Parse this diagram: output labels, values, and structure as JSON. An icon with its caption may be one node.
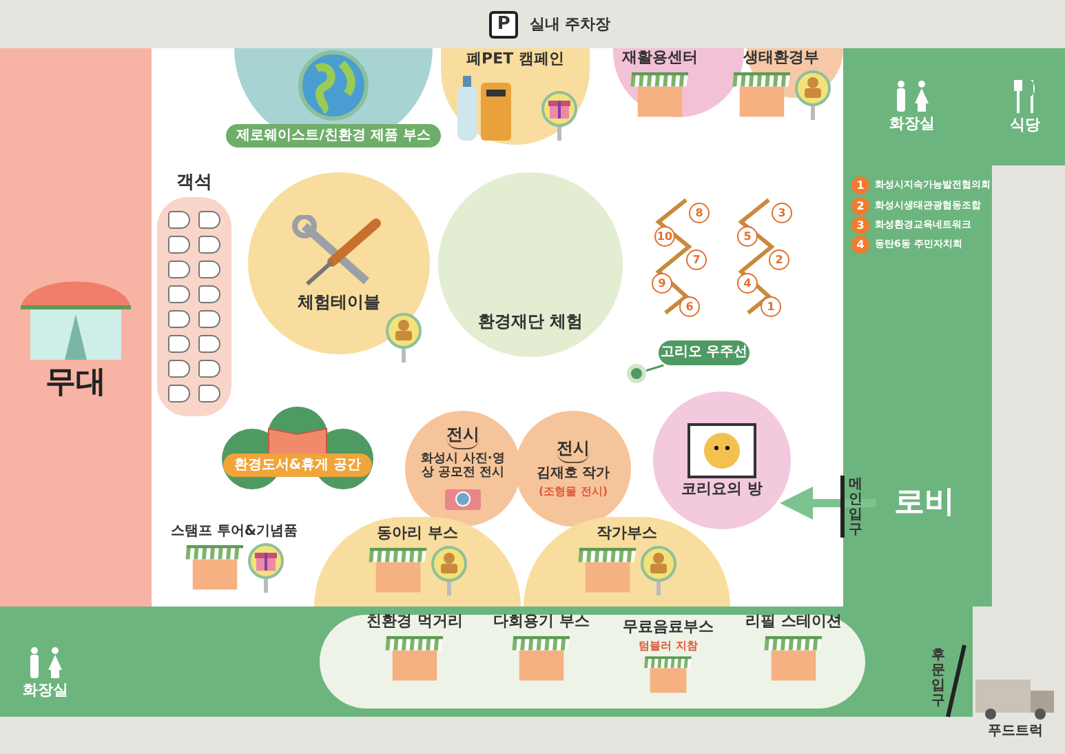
{
  "diagram": {
    "nodes": [
      {
        "text": [
          "P",
          "실내 주차장"
        ]
      },
      {
        "text": [
          "무대"
        ]
      },
      {
        "text": [
          "객석"
        ]
      },
      {
        "text": [
          "제로웨이스트/친환경 제품 부스"
        ]
      },
      {
        "text": [
          "폐PET 캠페인"
        ]
      },
      {
        "text": [
          "재활용센터"
        ]
      },
      {
        "text": [
          "생태환경부"
        ]
      },
      {
        "text": [
          "화장실"
        ]
      },
      {
        "text": [
          "식당"
        ]
      },
      {
        "text": [
          "체험테이블"
        ]
      },
      {
        "text": [
          "환경재단 체험"
        ]
      },
      {
        "text": [
          "고리오 우주선"
        ]
      },
      {
        "text": [],
        "shape": "circle"
      },
      {
        "text": [
          "환경도서&휴게 공간"
        ]
      },
      {
        "text": [
          "전시",
          "화성시 사진·영상 공모전 전시"
        ]
      },
      {
        "text": [
          "전시",
          "김재호 작가",
          "(조형물 전시)"
        ]
      },
      {
        "text": [
          "코리요의 방"
        ]
      },
      {
        "text": [
          "로비"
        ]
      },
      {
        "text": [
          "스탬프 투어&기념품"
        ]
      },
      {
        "text": [
          "동아리 부스"
        ]
      },
      {
        "text": [
          "작가부스"
        ]
      },
      {
        "text": [
          "친환경 먹거리"
        ]
      },
      {
        "text": [
          "다회용기 부스"
        ]
      },
      {
        "text": [
          "무료음료부스",
          "텀블러 지참"
        ]
      },
      {
        "text": [
          "리필 스테이션"
        ]
      },
      {
        "text": [
          "화장실"
        ]
      },
      {
        "text": [
          "푸드트럭"
        ]
      }
    ],
    "edges": [
      {
        "from": 11,
        "to": 12,
        "arrow": "none"
      },
      {
        "from": 17,
        "to": 16,
        "arrow": "to",
        "style": "thick",
        "color": "#7dc38f"
      }
    ],
    "labels": [
      "8",
      "3",
      "10",
      "5",
      "7",
      "2",
      "9",
      "4",
      "6",
      "1",
      "1",
      "화성시지속가능발전협의회",
      "2",
      "화성시생태관광협동조합",
      "3",
      "화성환경교육네트워크",
      "4",
      "동탄6동 주민자치회",
      "메인입구",
      "후문입구"
    ]
  }
}
